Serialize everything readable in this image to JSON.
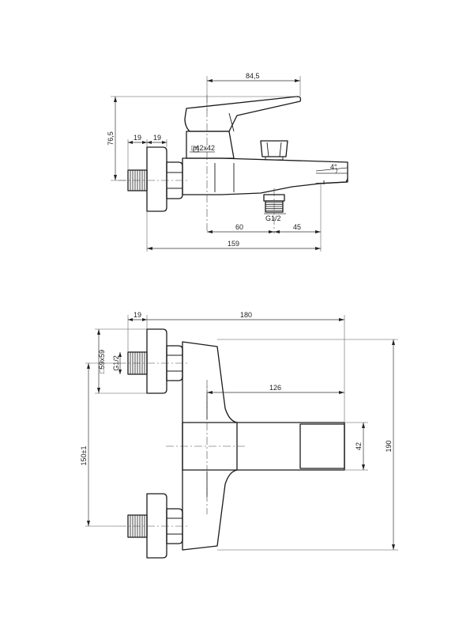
{
  "top_view": {
    "dims": {
      "lever_reach": "84,5",
      "height": "76,5",
      "flange_a": "19",
      "flange_b": "19",
      "body_square": "□42x42",
      "outlet_thread": "G1/2",
      "inlet_to_outlet": "60",
      "outlet_to_tip": "45",
      "overall_length": "159",
      "spout_angle": "4°"
    }
  },
  "bottom_view": {
    "dims": {
      "flange_depth": "19",
      "overall_length": "180",
      "rosette_square": "□59x59",
      "inlet_thread": "G1/2",
      "spout_length": "126",
      "spout_height": "42",
      "inlet_spacing": "150±1",
      "overall_height": "190"
    }
  }
}
